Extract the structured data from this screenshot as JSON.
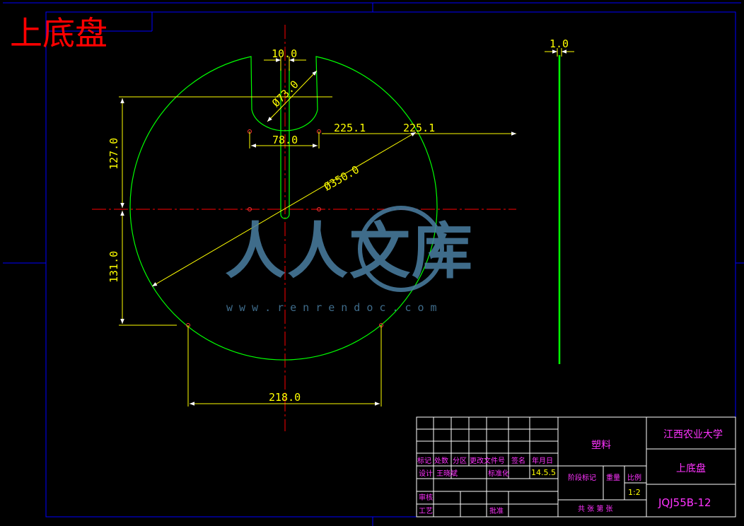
{
  "title": "上底盘",
  "dimensions": {
    "slot_width": "10.0",
    "inner_dia": "Ø73.0",
    "dim_78": "78.0",
    "dim_225_a": "225.1",
    "dim_225_b": "225.1",
    "dim_127": "127.0",
    "dim_350": "Ø350.0",
    "dim_131": "131.0",
    "dim_218": "218.0",
    "thickness": "1.0"
  },
  "watermark": {
    "text": "人人文库",
    "url": "www.renrendoc.com"
  },
  "title_block": {
    "headers": [
      "标记",
      "处数",
      "分区",
      "更改文件号",
      "签名",
      "年月日"
    ],
    "design_label": "设计",
    "designer": "王晓斌",
    "standard_label": "标准化",
    "date": "14.5.5",
    "review_label": "审核",
    "process_label": "工艺",
    "approve_label": "批准",
    "material": "塑料",
    "stage_label": "阶段标记",
    "weight_label": "重量",
    "scale_label": "比例",
    "scale": "1:2",
    "sheets": "共  张 第  张",
    "school": "江西农业大学",
    "part_name": "上底盘",
    "drawing_code": "JQJ55B-12"
  },
  "colors": {
    "background": "#000000",
    "frame": "#0000ff",
    "outline": "#00ff00",
    "dimension": "#ffff00",
    "center_line": "#ff0000",
    "title_block_text": "#ff33ff"
  }
}
